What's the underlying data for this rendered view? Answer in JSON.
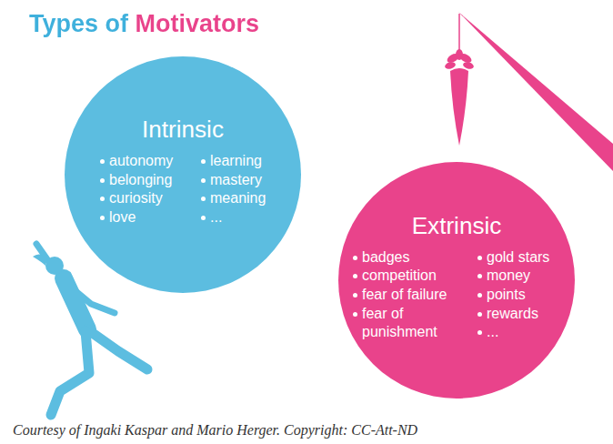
{
  "diagram": {
    "title": "Types of Motivators",
    "caption": "Courtesy of Ingaki Kaspar and Mario Herger. Copyright: CC-Att-ND",
    "nodes": [
      {
        "text": [
          "Intrinsic",
          "autonomy",
          "belonging",
          "curiosity",
          "love",
          "learning",
          "mastery",
          "meaning",
          "..."
        ]
      },
      {
        "text": [
          "Extrinsic",
          "badges",
          "competition",
          "fear of failure",
          "fear of punishment",
          "gold stars",
          "money",
          "points",
          "rewards",
          "..."
        ]
      }
    ]
  }
}
